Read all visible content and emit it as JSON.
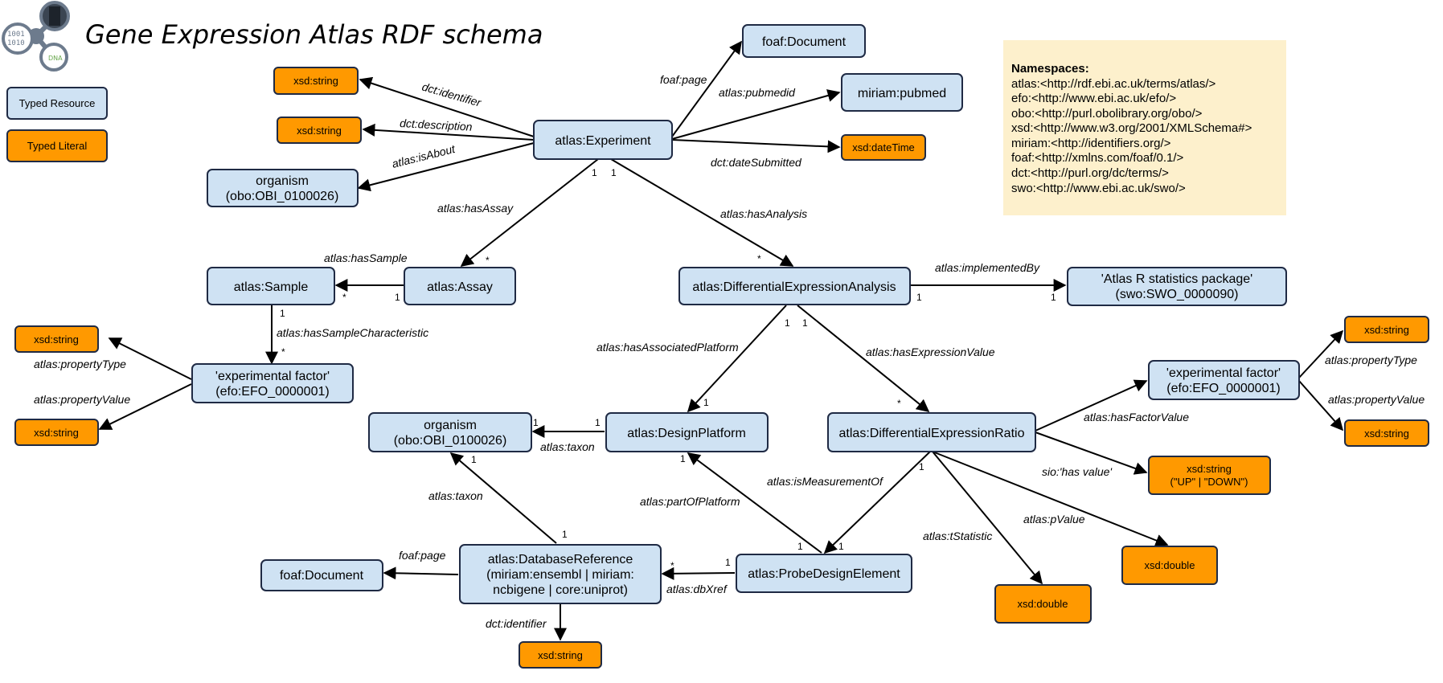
{
  "title": "Gene Expression Atlas RDF schema",
  "logo": {
    "text_top": "1001",
    "text_bottom": "1010",
    "text_dna": "DNA"
  },
  "colors": {
    "typed": "#cfe2f3",
    "literal": "#ff9900",
    "namespace_bg": "#fdf0cc",
    "stroke": "#1f2a44"
  },
  "legend": {
    "typed_label": "Typed Resource",
    "literal_label": "Typed Literal"
  },
  "namespaces": {
    "heading": "Namespaces:",
    "lines": [
      "atlas:<http://rdf.ebi.ac.uk/terms/atlas/>",
      "efo:<http://www.ebi.ac.uk/efo/>",
      "obo:<http://purl.obolibrary.org/obo/>",
      "xsd:<http://www.w3.org/2001/XMLSchema#>",
      "miriam:<http://identifiers.org/>",
      "foaf:<http://xmlns.com/foaf/0.1/>",
      "dct:<http://purl.org/dc/terms/>",
      "swo:<http://www.ebi.ac.uk/swo/>"
    ]
  },
  "nodes": {
    "experiment": "atlas:Experiment",
    "foaf_document_top": "foaf:Document",
    "miriam_pubmed": "miriam:pubmed",
    "xsd_datetime": "xsd:dateTime",
    "xsd_string_identifier": "xsd:string",
    "xsd_string_description": "xsd:string",
    "organism_top": {
      "line1": "organism",
      "line2": "(obo:OBI_0100026)"
    },
    "sample": "atlas:Sample",
    "assay": "atlas:Assay",
    "dea": "atlas:DifferentialExpressionAnalysis",
    "r_package": {
      "line1": "'Atlas R statistics package'",
      "line2": "(swo:SWO_0000090)"
    },
    "ef_left": {
      "line1": "'experimental factor'",
      "line2": "(efo:EFO_0000001)"
    },
    "xsd_string_left_type": "xsd:string",
    "xsd_string_left_value": "xsd:string",
    "organism_mid": {
      "line1": "organism",
      "line2": "(obo:OBI_0100026)"
    },
    "design_platform": "atlas:DesignPlatform",
    "der": "atlas:DifferentialExpressionRatio",
    "ef_right": {
      "line1": "'experimental factor'",
      "line2": "(efo:EFO_0000001)"
    },
    "xsd_string_right_type": "xsd:string",
    "xsd_string_right_value": "xsd:string",
    "xsd_string_updown": {
      "line1": "xsd:string",
      "line2": "(\"UP\" | \"DOWN\")"
    },
    "xsd_double_pvalue": "xsd:double",
    "xsd_double_tstat": "xsd:double",
    "probe": "atlas:ProbeDesignElement",
    "dbref": {
      "line1": "atlas:DatabaseReference",
      "line2": "(miriam:ensembl | miriam:",
      "line3": "ncbigene | core:uniprot)"
    },
    "foaf_document_bottom": "foaf:Document",
    "xsd_string_bottom": "xsd:string"
  },
  "edges": {
    "dct_identifier": "dct:identifier",
    "dct_description": "dct:description",
    "atlas_isabout": "atlas:isAbout",
    "foaf_page": "foaf:page",
    "atlas_pubmedid": "atlas:pubmedid",
    "dct_datesubmitted": "dct:dateSubmitted",
    "atlas_hasassay": "atlas:hasAssay",
    "atlas_hasanalysis": "atlas:hasAnalysis",
    "atlas_hassample": "atlas:hasSample",
    "atlas_implementedby": "atlas:implementedBy",
    "atlas_hassamplecharacteristic": "atlas:hasSampleCharacteristic",
    "atlas_propertytype_left": "atlas:propertyType",
    "atlas_propertyvalue_left": "atlas:propertyValue",
    "atlas_hasassociatedplatform": "atlas:hasAssociatedPlatform",
    "atlas_hasexpressionvalue": "atlas:hasExpressionValue",
    "atlas_propertytype_right": "atlas:propertyType",
    "atlas_propertyvalue_right": "atlas:propertyValue",
    "atlas_hasfactorvalue": "atlas:hasFactorValue",
    "sio_hasvalue": "sio:'has value'",
    "atlas_taxon_mid": "atlas:taxon",
    "atlas_taxon_low": "atlas:taxon",
    "atlas_ismeasurementof": "atlas:isMeasurementOf",
    "atlas_partofplatform": "atlas:partOfPlatform",
    "atlas_tstatistic": "atlas:tStatistic",
    "atlas_pvalue": "atlas:pValue",
    "foaf_page_bottom": "foaf:page",
    "atlas_dbxref": "atlas:dbXref",
    "dct_identifier_bottom": "dct:identifier"
  },
  "multiplicities": {
    "one": "1",
    "many": "*"
  }
}
